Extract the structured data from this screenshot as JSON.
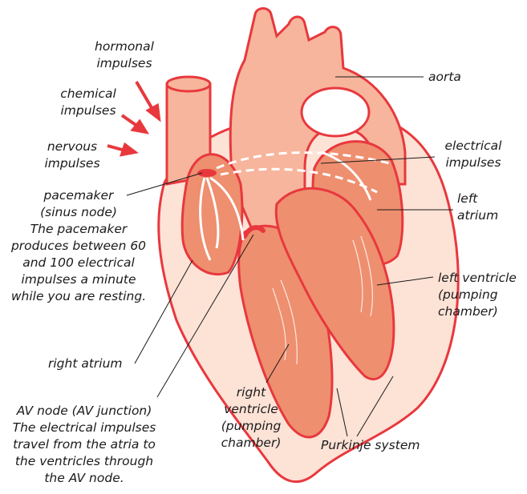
{
  "labels": {
    "hormonal": [
      "hormonal",
      "impulses"
    ],
    "chemical": [
      "chemical",
      "impulses"
    ],
    "nervous": [
      "nervous",
      "impulses"
    ],
    "pacemaker": [
      "pacemaker",
      "(sinus node)",
      "The pacemaker",
      "produces between 60",
      "and 100 electrical",
      "impulses a minute",
      "while you are resting."
    ],
    "right_atrium": [
      "right atrium"
    ],
    "av_node": [
      "AV node (AV junction)",
      "The electrical impulses",
      "travel from the atria to",
      "the ventricles through",
      "the AV node."
    ],
    "right_ventricle": [
      "right",
      "ventricle",
      "(pumping",
      "chamber)"
    ],
    "purkinje": [
      "Purkinje system"
    ],
    "aorta": [
      "aorta"
    ],
    "electrical": [
      "electrical",
      "impulses"
    ],
    "left_atrium": [
      "left",
      "atrium"
    ],
    "left_ventricle": [
      "left ventricle",
      "(pumping",
      "chamber)"
    ]
  },
  "colors": {
    "outline": "#e8383d",
    "vessel": "#f6b59c",
    "chamber": "#ee8f6f",
    "wall": "#fde2d6",
    "arrow": "#e8383d",
    "leader": "#1a1a1a"
  }
}
